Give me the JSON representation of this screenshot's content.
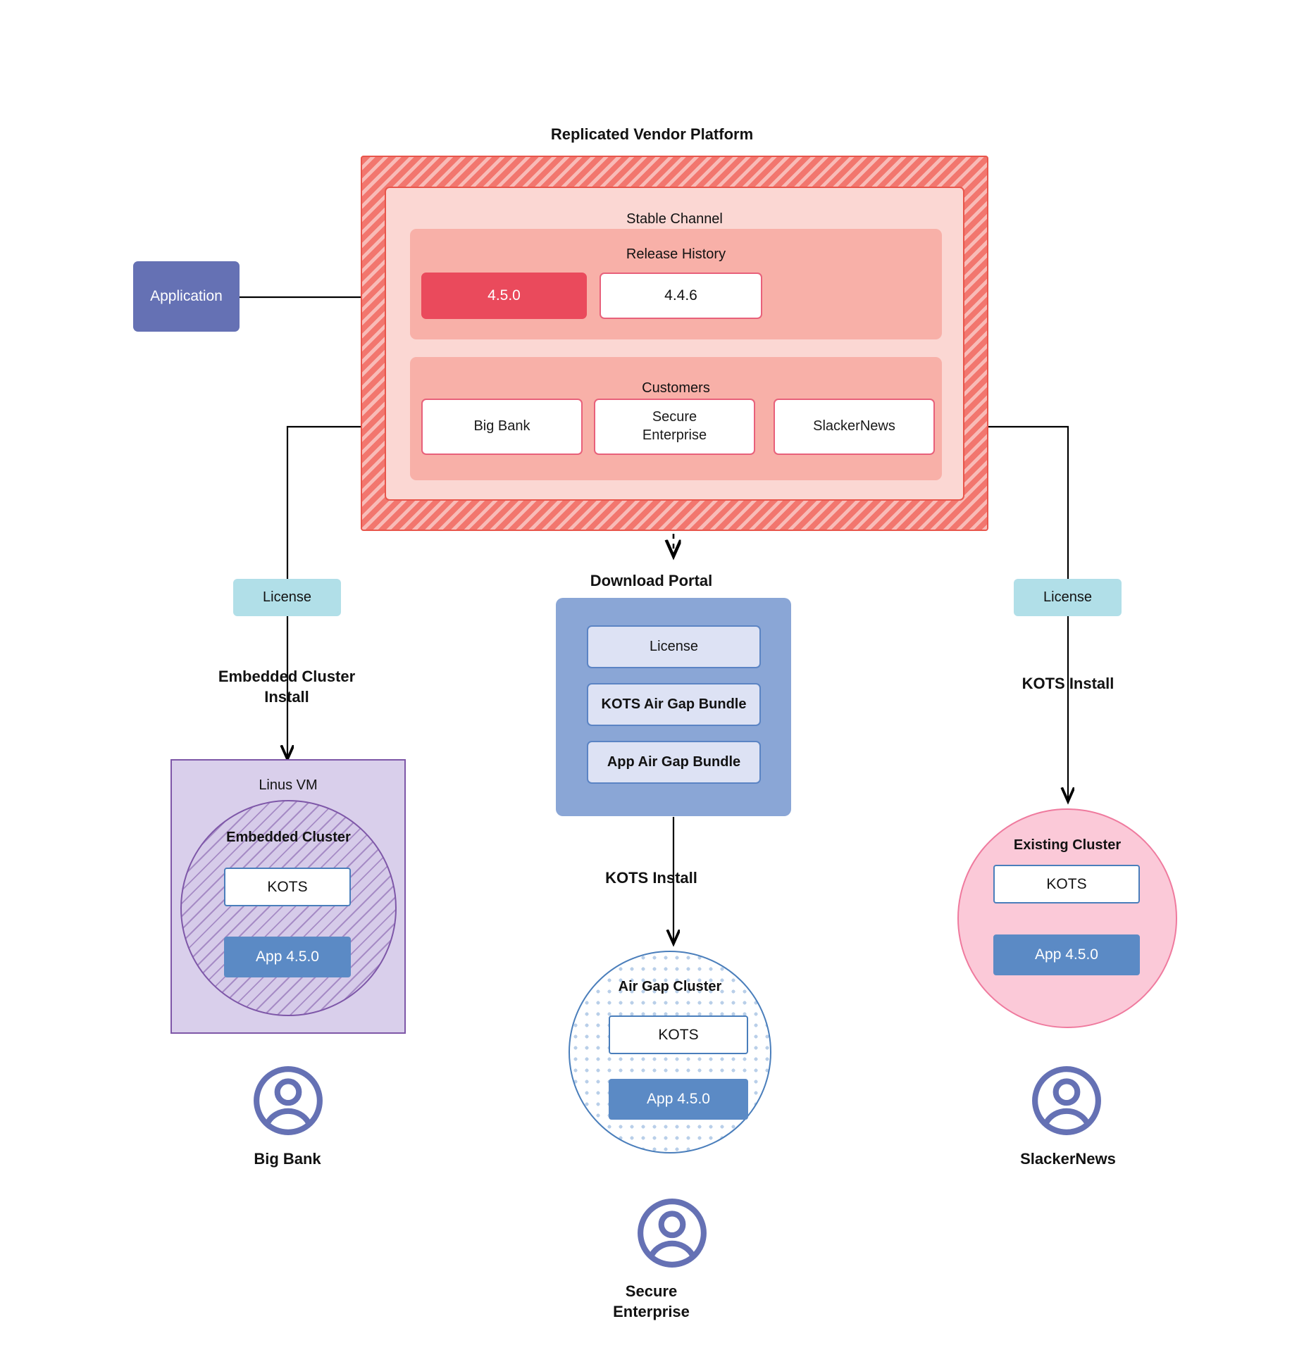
{
  "diagram": {
    "application_node": {
      "label": "Application"
    },
    "platform": {
      "title": "Replicated Vendor Platform",
      "stable_channel": {
        "title": "Stable Channel",
        "release_history": {
          "title": "Release History",
          "releases": [
            {
              "version": "4.5.0",
              "state": "current"
            },
            {
              "version": "4.4.6",
              "state": "previous"
            }
          ]
        },
        "customers": {
          "title": "Customers",
          "items": [
            {
              "name": "Big Bank"
            },
            {
              "name": "Secure\nEnterprise"
            },
            {
              "name": "SlackerNews"
            }
          ]
        }
      }
    },
    "left_flow": {
      "license_label": "License",
      "install_label": "Embedded Cluster\nInstall",
      "vm": {
        "title": "Linus VM",
        "cluster_title": "Embedded Cluster",
        "kots_label": "KOTS",
        "app_label": "App 4.5.0"
      },
      "customer_caption": "Big Bank",
      "avatar_icon": "user-avatar-icon"
    },
    "center_flow": {
      "portal_title": "Download  Portal",
      "portal_items": [
        {
          "label": "License",
          "bold": false
        },
        {
          "label": "KOTS Air Gap Bundle",
          "bold": true
        },
        {
          "label": "App Air Gap Bundle",
          "bold": true
        }
      ],
      "install_label": "KOTS Install",
      "cluster": {
        "title": "Air Gap Cluster",
        "kots_label": "KOTS",
        "app_label": "App 4.5.0"
      },
      "customer_caption": "Secure\nEnterprise",
      "avatar_icon": "user-avatar-icon"
    },
    "right_flow": {
      "license_label": "License",
      "install_label": "KOTS Install",
      "cluster": {
        "title": "Existing Cluster",
        "kots_label": "KOTS",
        "app_label": "App 4.5.0"
      },
      "customer_caption": "SlackerNews",
      "avatar_icon": "user-avatar-icon"
    },
    "colors": {
      "application": "#6571b4",
      "platform_hatch": "#f2766e",
      "stable_channel": "#fbd7d3",
      "panel": "#f8b0a8",
      "release_current": "#ea4a5c",
      "license_chip": "#b1dfe8",
      "portal": "#8aa6d6",
      "portal_item": "#dde2f4",
      "vm_purple": "#d9cfeb",
      "existing_cluster_pink": "#fbc9d8",
      "app_blue": "#5b8ac5",
      "avatar": "#6571b4"
    }
  }
}
